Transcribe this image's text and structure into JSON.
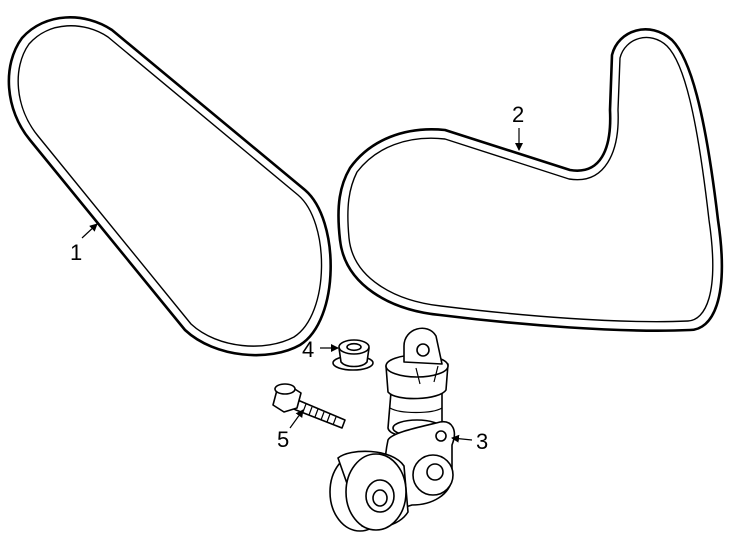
{
  "colors": {
    "background": "#ffffff",
    "line": "#000000"
  },
  "callouts": [
    {
      "id": "1",
      "label": "1",
      "part": "serpentine-belt-1"
    },
    {
      "id": "2",
      "label": "2",
      "part": "serpentine-belt-2"
    },
    {
      "id": "3",
      "label": "3",
      "part": "belt-tensioner"
    },
    {
      "id": "4",
      "label": "4",
      "part": "flange-nut"
    },
    {
      "id": "5",
      "label": "5",
      "part": "bolt"
    }
  ]
}
